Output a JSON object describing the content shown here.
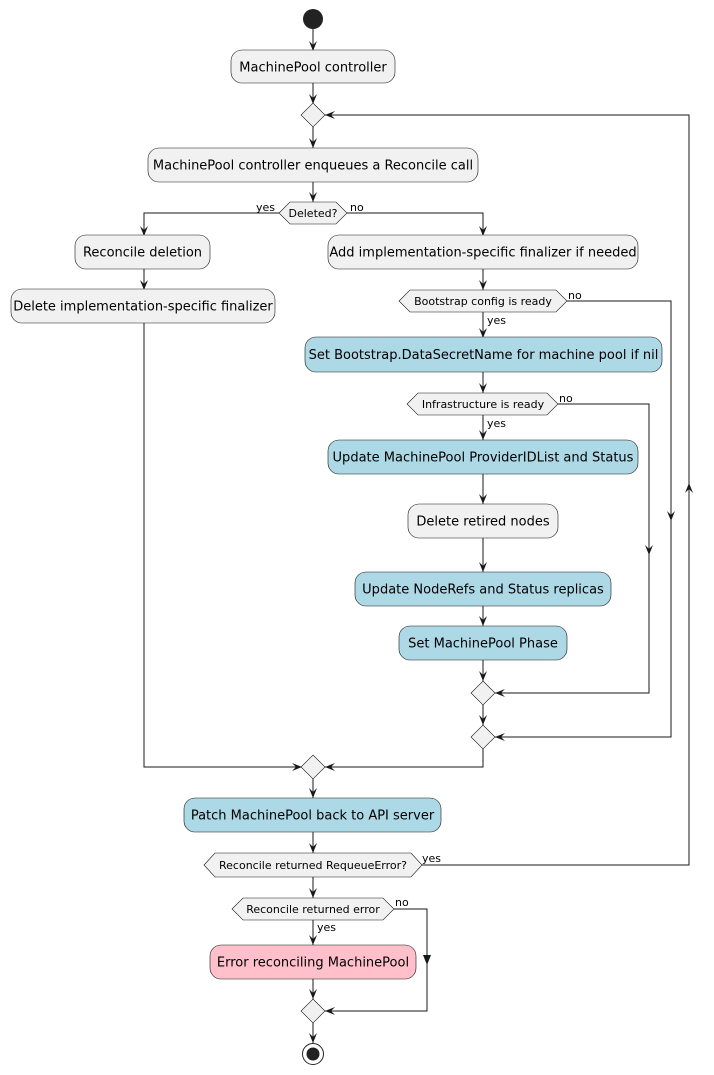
{
  "activities": {
    "controller": "MachinePool controller",
    "enqueue": "MachinePool controller enqueues a Reconcile call",
    "reconcile_deletion": "Reconcile deletion",
    "delete_finalizer": "Delete implementation-specific finalizer",
    "add_finalizer": "Add implementation-specific finalizer if needed",
    "set_bootstrap": "Set Bootstrap.DataSecretName for machine pool if nil",
    "update_provider": "Update MachinePool ProviderIDList and Status",
    "delete_retired": "Delete retired nodes",
    "update_noderefs": "Update NodeRefs and Status replicas",
    "set_phase": "Set MachinePool Phase",
    "patch": "Patch MachinePool back to API server",
    "error": "Error reconciling MachinePool"
  },
  "decisions": {
    "deleted": "Deleted?",
    "bootstrap_ready": "Bootstrap config is ready",
    "infra_ready": "Infrastructure is ready",
    "requeue_error": "Reconcile returned RequeueError?",
    "returned_error": "Reconcile returned error"
  },
  "branch_labels": {
    "yes": "yes",
    "no": "no"
  },
  "colors": {
    "default_activity": "#f1f1f1",
    "highlight_activity": "#add8e6",
    "error_activity": "#ffc0cb",
    "line": "#181818"
  }
}
